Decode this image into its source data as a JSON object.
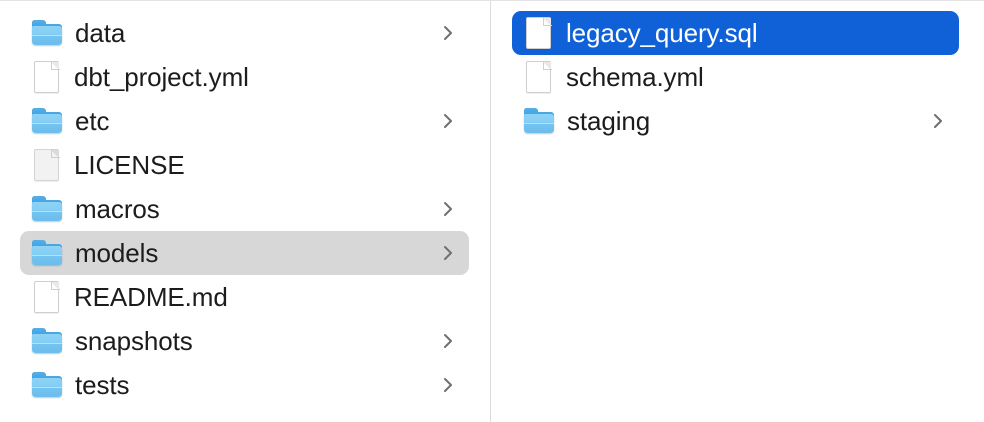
{
  "window": {
    "view_mode": "column-view",
    "accent_color": "#1061d8",
    "hover_color": "#d7d7d7",
    "folder_icon_color": "#7fcbf3",
    "divider_color": "#dcdcdc"
  },
  "columns": [
    {
      "name": "models-parent-column",
      "items": [
        {
          "label": "data",
          "icon": "folder-icon",
          "kind": "folder",
          "has_chevron": true,
          "state": "normal"
        },
        {
          "label": "dbt_project.yml",
          "icon": "document-icon",
          "kind": "file",
          "has_chevron": false,
          "state": "normal"
        },
        {
          "label": "etc",
          "icon": "folder-icon",
          "kind": "folder",
          "has_chevron": true,
          "state": "normal"
        },
        {
          "label": "LICENSE",
          "icon": "document-icon",
          "kind": "file",
          "has_chevron": false,
          "state": "normal"
        },
        {
          "label": "macros",
          "icon": "folder-icon",
          "kind": "folder",
          "has_chevron": true,
          "state": "normal"
        },
        {
          "label": "models",
          "icon": "folder-icon",
          "kind": "folder",
          "has_chevron": true,
          "state": "hover"
        },
        {
          "label": "README.md",
          "icon": "document-icon",
          "kind": "file",
          "has_chevron": false,
          "state": "normal"
        },
        {
          "label": "snapshots",
          "icon": "folder-icon",
          "kind": "folder",
          "has_chevron": true,
          "state": "normal"
        },
        {
          "label": "tests",
          "icon": "folder-icon",
          "kind": "folder",
          "has_chevron": true,
          "state": "normal"
        }
      ]
    },
    {
      "name": "models-contents-column",
      "items": [
        {
          "label": "legacy_query.sql",
          "icon": "document-icon",
          "kind": "file",
          "has_chevron": false,
          "state": "selected"
        },
        {
          "label": "schema.yml",
          "icon": "document-icon",
          "kind": "file",
          "has_chevron": false,
          "state": "normal"
        },
        {
          "label": "staging",
          "icon": "folder-icon",
          "kind": "folder",
          "has_chevron": true,
          "state": "normal"
        }
      ]
    }
  ]
}
